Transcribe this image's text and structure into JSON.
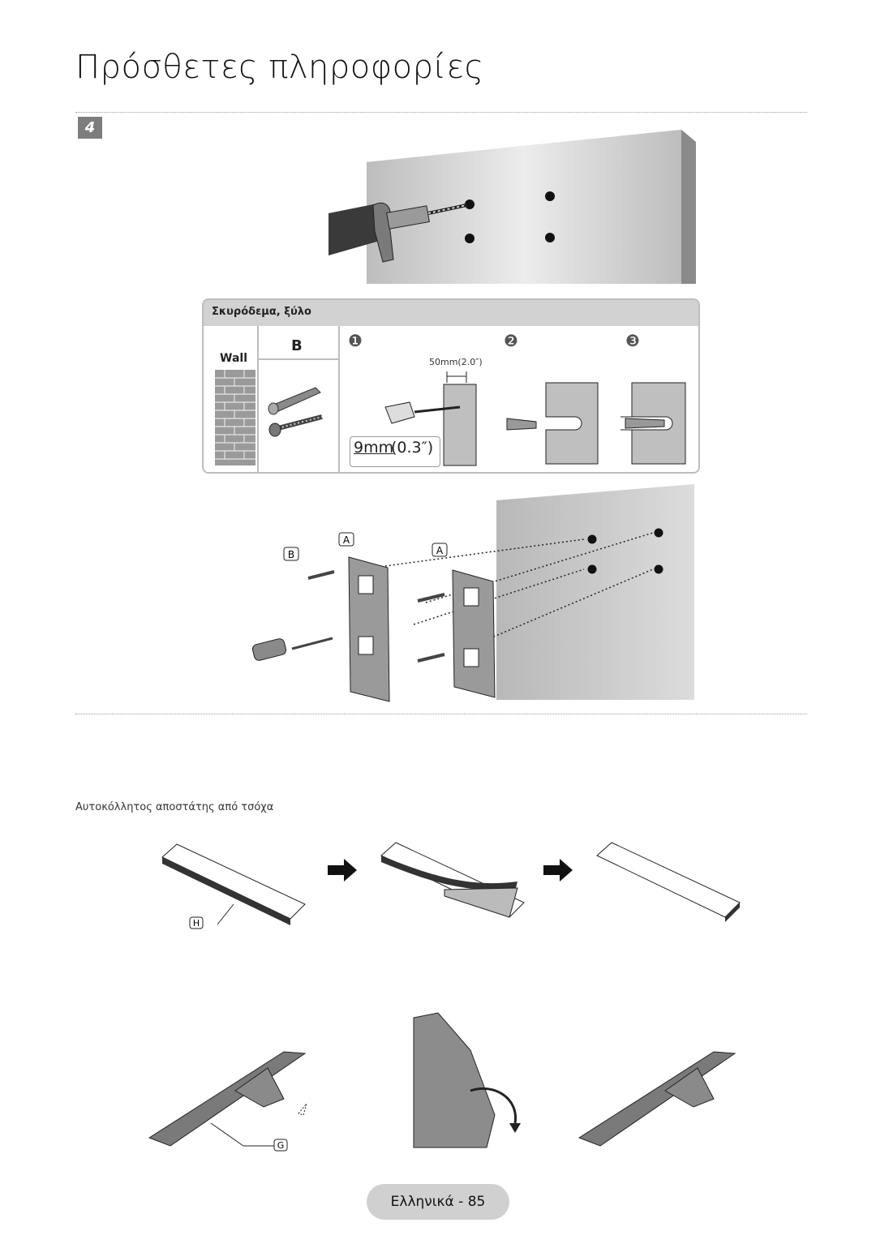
{
  "page": {
    "title": "Πρόσθετες πληροφορίες",
    "step_number": "4",
    "footer": "Ελληνικά - 85"
  },
  "anchor_table": {
    "header": "Σκυρόδεμα, ξύλο",
    "wall_label": "Wall",
    "part_label": "B",
    "step_markers": [
      "❶",
      "❷",
      "❸"
    ],
    "depth": "50mm(2.0″)",
    "drill_size": "9mm",
    "drill_size_in": "(0.3″)"
  },
  "bracket_diagram": {
    "labels": [
      "A",
      "A",
      "B"
    ]
  },
  "felt_spacer": {
    "caption": "Αυτοκόλλητος αποστάτης από τσόχα",
    "part_label": "H"
  },
  "stand_diagram": {
    "part_label": "G"
  }
}
